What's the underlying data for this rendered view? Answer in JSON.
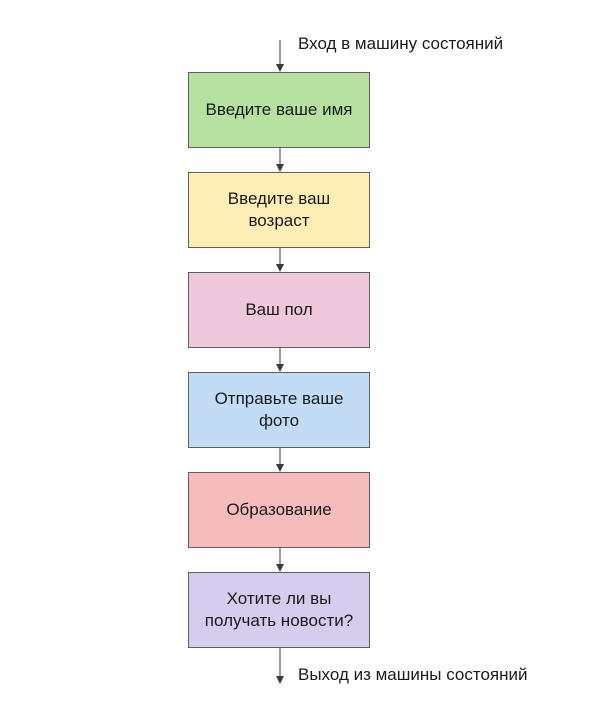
{
  "entry_label": "Вход в машину состояний",
  "exit_label": "Выход из машины состояний",
  "states": [
    {
      "label": "Введите ваше имя",
      "color": "#b7e1a1"
    },
    {
      "label": "Введите ваш возраст",
      "color": "#fdeeb3"
    },
    {
      "label": "Ваш пол",
      "color": "#efc8dc"
    },
    {
      "label": "Отправьте ваше фото",
      "color": "#c3dcf5"
    },
    {
      "label": "Образование",
      "color": "#f6bcbc"
    },
    {
      "label": "Хотите ли вы получать новости?",
      "color": "#d5cdee"
    }
  ],
  "line_color": "#3a3a3a"
}
